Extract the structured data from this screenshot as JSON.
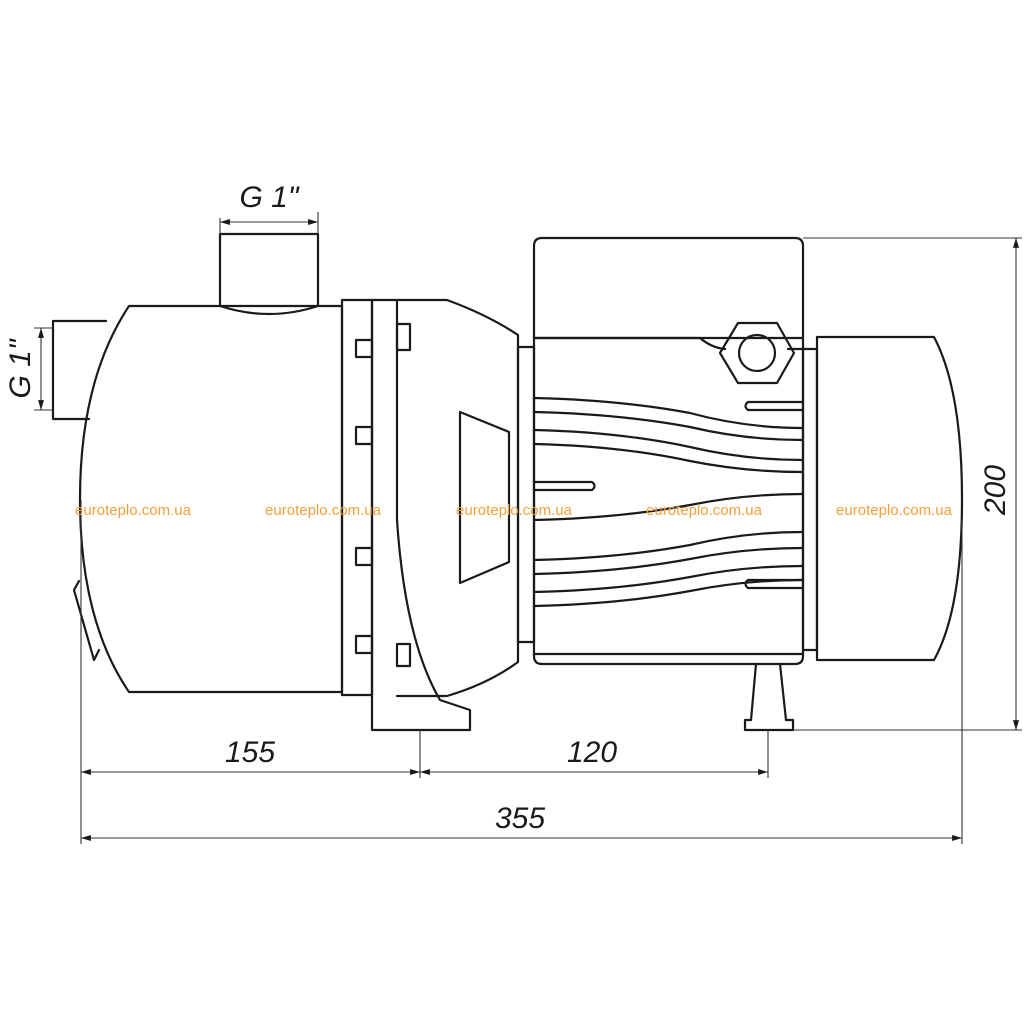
{
  "dimensions": {
    "top_port": "G 1\"",
    "side_port": "G 1\"",
    "pump_length": "155",
    "motor_base": "120",
    "overall_length": "355",
    "overall_height": "200"
  },
  "watermark": {
    "text": "euroteplo.com.ua",
    "color": "#f2a03a"
  }
}
